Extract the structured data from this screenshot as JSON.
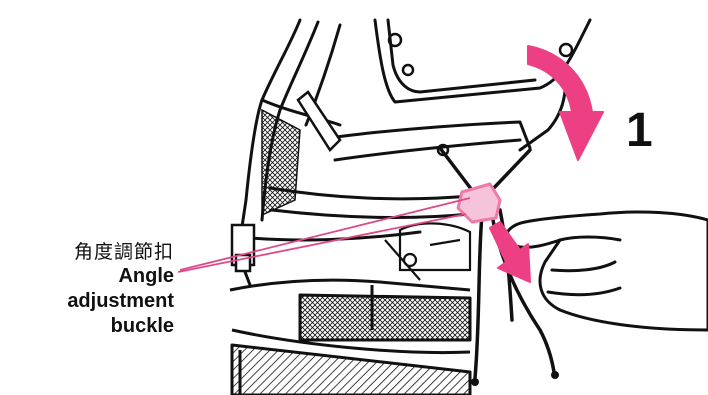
{
  "callout": {
    "label_zh": "角度調節扣",
    "label_en_line1": "Angle",
    "label_en_line2": "adjustment",
    "label_en_line3": "buckle"
  },
  "step": {
    "number": "1"
  },
  "colors": {
    "highlight_pink": "#f07aa6",
    "highlight_fill": "#f6c4d8",
    "leader_line": "#e0488a",
    "line_art": "#111111"
  }
}
